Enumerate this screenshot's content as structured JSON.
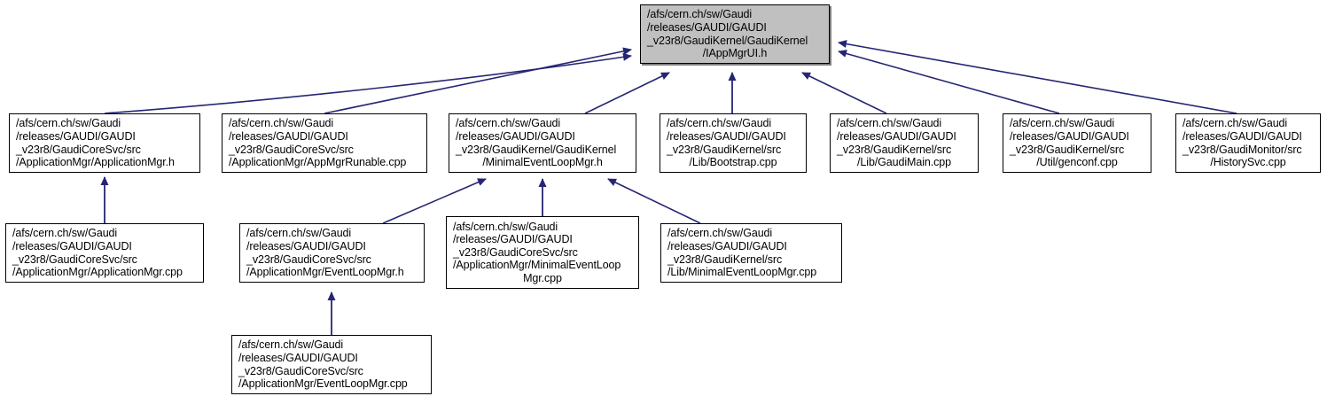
{
  "diagram": {
    "type": "include-dependency-graph",
    "edge_color": "#252573",
    "root_fill": "#c0c0c0",
    "node_fill": "#ffffff",
    "border_color": "#000000",
    "nodes": [
      {
        "id": "iappmgrui-h",
        "name": "node-iappmgrui-h",
        "root": true,
        "lines": [
          "/afs/cern.ch/sw/Gaudi",
          "/releases/GAUDI/GAUDI",
          "_v23r8/GaudiKernel/GaudiKernel",
          "/IAppMgrUI.h"
        ],
        "align": [
          "l",
          "l",
          "l",
          "c"
        ]
      },
      {
        "id": "applicationmgr-h",
        "name": "node-applicationmgr-h",
        "root": false,
        "lines": [
          "/afs/cern.ch/sw/Gaudi",
          "/releases/GAUDI/GAUDI",
          "_v23r8/GaudiCoreSvc/src",
          "/ApplicationMgr/ApplicationMgr.h"
        ],
        "align": [
          "l",
          "l",
          "l",
          "l"
        ]
      },
      {
        "id": "appmgrrunable-cpp",
        "name": "node-appmgrrunable-cpp",
        "root": false,
        "lines": [
          "/afs/cern.ch/sw/Gaudi",
          "/releases/GAUDI/GAUDI",
          "_v23r8/GaudiCoreSvc/src",
          "/ApplicationMgr/AppMgrRunable.cpp"
        ],
        "align": [
          "l",
          "l",
          "l",
          "l"
        ]
      },
      {
        "id": "minimaleventloopmgr-h",
        "name": "node-minimaleventloopmgr-h",
        "root": false,
        "lines": [
          "/afs/cern.ch/sw/Gaudi",
          "/releases/GAUDI/GAUDI",
          "_v23r8/GaudiKernel/GaudiKernel",
          "/MinimalEventLoopMgr.h"
        ],
        "align": [
          "l",
          "l",
          "l",
          "c"
        ]
      },
      {
        "id": "bootstrap-cpp",
        "name": "node-bootstrap-cpp",
        "root": false,
        "lines": [
          "/afs/cern.ch/sw/Gaudi",
          "/releases/GAUDI/GAUDI",
          "_v23r8/GaudiKernel/src",
          "/Lib/Bootstrap.cpp"
        ],
        "align": [
          "l",
          "l",
          "l",
          "c"
        ]
      },
      {
        "id": "gaudimain-cpp",
        "name": "node-gaudimain-cpp",
        "root": false,
        "lines": [
          "/afs/cern.ch/sw/Gaudi",
          "/releases/GAUDI/GAUDI",
          "_v23r8/GaudiKernel/src",
          "/Lib/GaudiMain.cpp"
        ],
        "align": [
          "l",
          "l",
          "l",
          "c"
        ]
      },
      {
        "id": "genconf-cpp",
        "name": "node-genconf-cpp",
        "root": false,
        "lines": [
          "/afs/cern.ch/sw/Gaudi",
          "/releases/GAUDI/GAUDI",
          "_v23r8/GaudiKernel/src",
          "/Util/genconf.cpp"
        ],
        "align": [
          "l",
          "l",
          "l",
          "c"
        ]
      },
      {
        "id": "historysvc-cpp",
        "name": "node-historysvc-cpp",
        "root": false,
        "lines": [
          "/afs/cern.ch/sw/Gaudi",
          "/releases/GAUDI/GAUDI",
          "_v23r8/GaudiMonitor/src",
          "/HistorySvc.cpp"
        ],
        "align": [
          "l",
          "l",
          "l",
          "c"
        ]
      },
      {
        "id": "applicationmgr-cpp",
        "name": "node-applicationmgr-cpp",
        "root": false,
        "lines": [
          "/afs/cern.ch/sw/Gaudi",
          "/releases/GAUDI/GAUDI",
          "_v23r8/GaudiCoreSvc/src",
          "/ApplicationMgr/ApplicationMgr.cpp"
        ],
        "align": [
          "l",
          "l",
          "l",
          "l"
        ]
      },
      {
        "id": "eventloopmgr-h",
        "name": "node-eventloopmgr-h",
        "root": false,
        "lines": [
          "/afs/cern.ch/sw/Gaudi",
          "/releases/GAUDI/GAUDI",
          "_v23r8/GaudiCoreSvc/src",
          "/ApplicationMgr/EventLoopMgr.h"
        ],
        "align": [
          "l",
          "l",
          "l",
          "l"
        ]
      },
      {
        "id": "minimaleventloopmgr-cpp-core",
        "name": "node-minimaleventloopmgr-cpp-core",
        "root": false,
        "lines": [
          "/afs/cern.ch/sw/Gaudi",
          "/releases/GAUDI/GAUDI",
          "_v23r8/GaudiCoreSvc/src",
          "/ApplicationMgr/MinimalEventLoop",
          "Mgr.cpp"
        ],
        "align": [
          "l",
          "l",
          "l",
          "l",
          "c"
        ]
      },
      {
        "id": "minimaleventloopmgr-cpp-kernel",
        "name": "node-minimaleventloopmgr-cpp-kernel",
        "root": false,
        "lines": [
          "/afs/cern.ch/sw/Gaudi",
          "/releases/GAUDI/GAUDI",
          "_v23r8/GaudiKernel/src",
          "/Lib/MinimalEventLoopMgr.cpp"
        ],
        "align": [
          "l",
          "l",
          "l",
          "l"
        ]
      },
      {
        "id": "eventloopmgr-cpp",
        "name": "node-eventloopmgr-cpp",
        "root": false,
        "lines": [
          "/afs/cern.ch/sw/Gaudi",
          "/releases/GAUDI/GAUDI",
          "_v23r8/GaudiCoreSvc/src",
          "/ApplicationMgr/EventLoopMgr.cpp"
        ],
        "align": [
          "l",
          "l",
          "l",
          "l"
        ]
      }
    ],
    "edges": [
      {
        "from": "applicationmgr-h",
        "to": "iappmgrui-h"
      },
      {
        "from": "appmgrrunable-cpp",
        "to": "iappmgrui-h"
      },
      {
        "from": "minimaleventloopmgr-h",
        "to": "iappmgrui-h"
      },
      {
        "from": "bootstrap-cpp",
        "to": "iappmgrui-h"
      },
      {
        "from": "gaudimain-cpp",
        "to": "iappmgrui-h"
      },
      {
        "from": "genconf-cpp",
        "to": "iappmgrui-h"
      },
      {
        "from": "historysvc-cpp",
        "to": "iappmgrui-h"
      },
      {
        "from": "applicationmgr-cpp",
        "to": "applicationmgr-h"
      },
      {
        "from": "eventloopmgr-h",
        "to": "minimaleventloopmgr-h"
      },
      {
        "from": "minimaleventloopmgr-cpp-core",
        "to": "minimaleventloopmgr-h"
      },
      {
        "from": "minimaleventloopmgr-cpp-kernel",
        "to": "minimaleventloopmgr-h"
      },
      {
        "from": "eventloopmgr-cpp",
        "to": "eventloopmgr-h"
      }
    ]
  }
}
